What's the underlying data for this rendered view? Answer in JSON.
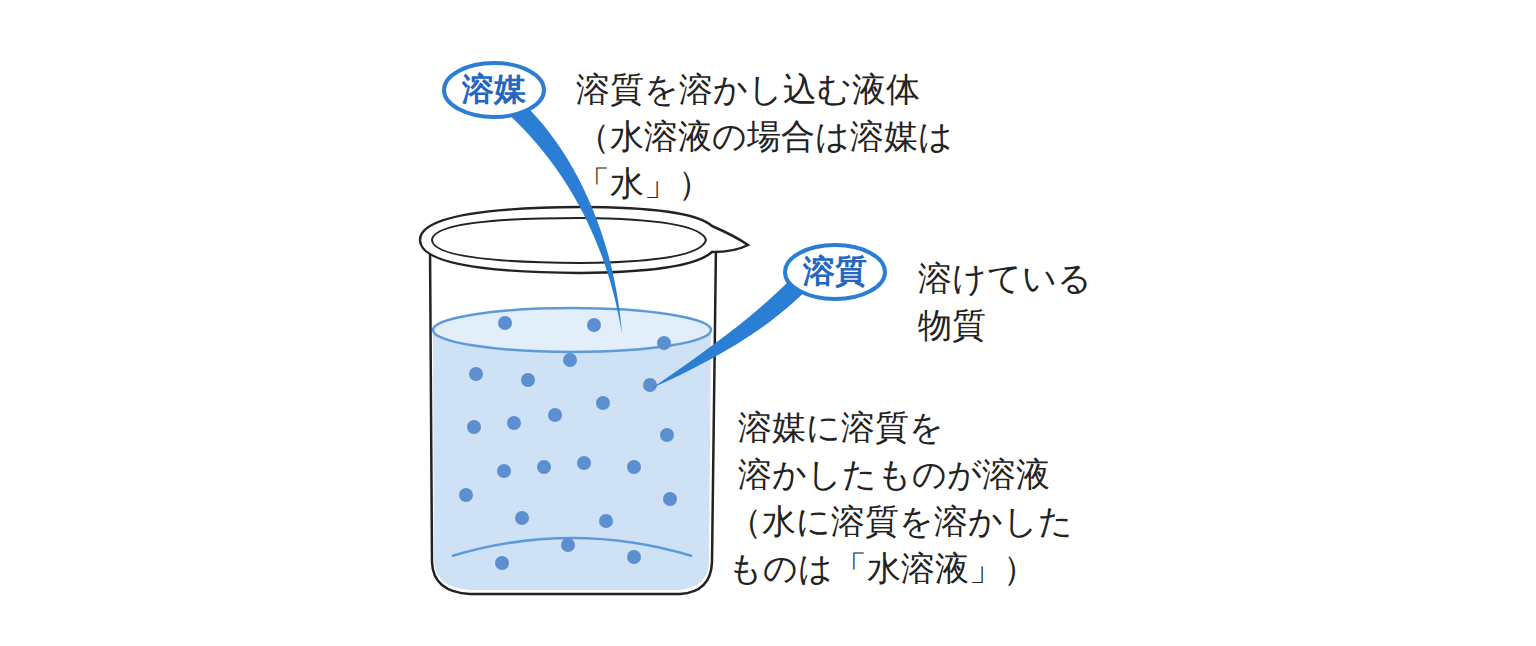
{
  "diagram": {
    "nodes": [
      {
        "text": [
          "溶媒"
        ]
      },
      {
        "text": [
          "溶質"
        ]
      }
    ],
    "labels": [
      "溶質を溶かし込む液体 （水溶液の場合は溶媒は「水」）",
      "溶けている 物質",
      "溶媒に溶質を 溶かしたものが溶液",
      "（水に溶質を溶かした ものは「水溶液」）"
    ]
  }
}
